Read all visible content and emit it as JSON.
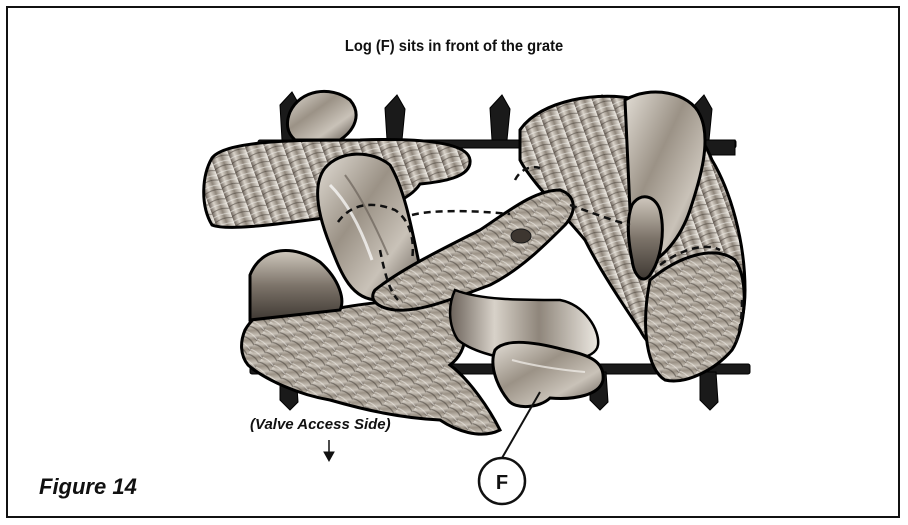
{
  "caption": "Log (F) sits in front of the grate",
  "valve_label": "(Valve Access Side)",
  "figure_label": "Figure 14",
  "callout_letter": "F",
  "colors": {
    "ink": "#111111",
    "wood_light": "#d9d4cc",
    "wood_mid": "#9e958a",
    "wood_dark": "#4e4740",
    "grate": "#1a1a1a"
  }
}
